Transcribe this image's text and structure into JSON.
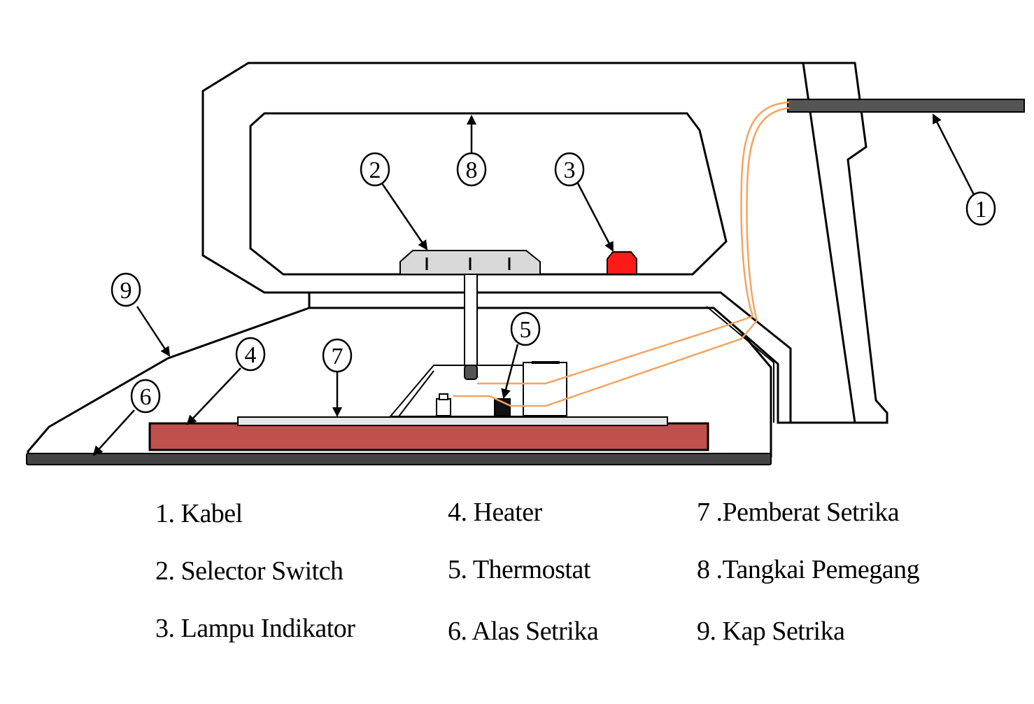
{
  "callouts": [
    "1",
    "2",
    "3",
    "4",
    "5",
    "6",
    "7",
    "8",
    "9"
  ],
  "legend": {
    "item1": "1. Kabel",
    "item2": "2. Selector Switch",
    "item3": "3. Lampu Indikator",
    "item4": "4. Heater",
    "item5": "5. Thermostat",
    "item6": "6. Alas Setrika",
    "item7": "7 .Pemberat Setrika",
    "item8": "8 .Tangkai Pemegang",
    "item9": "9. Kap Setrika"
  },
  "colors": {
    "outline": "#000000",
    "heater": "#c0504d",
    "indicator_lamp": "#ff0000",
    "wire": "#f4a460",
    "cable": "#555555",
    "soleplate": "#444444",
    "switch": "#d9d9d9",
    "weight_plate": "#e0e0e0"
  }
}
